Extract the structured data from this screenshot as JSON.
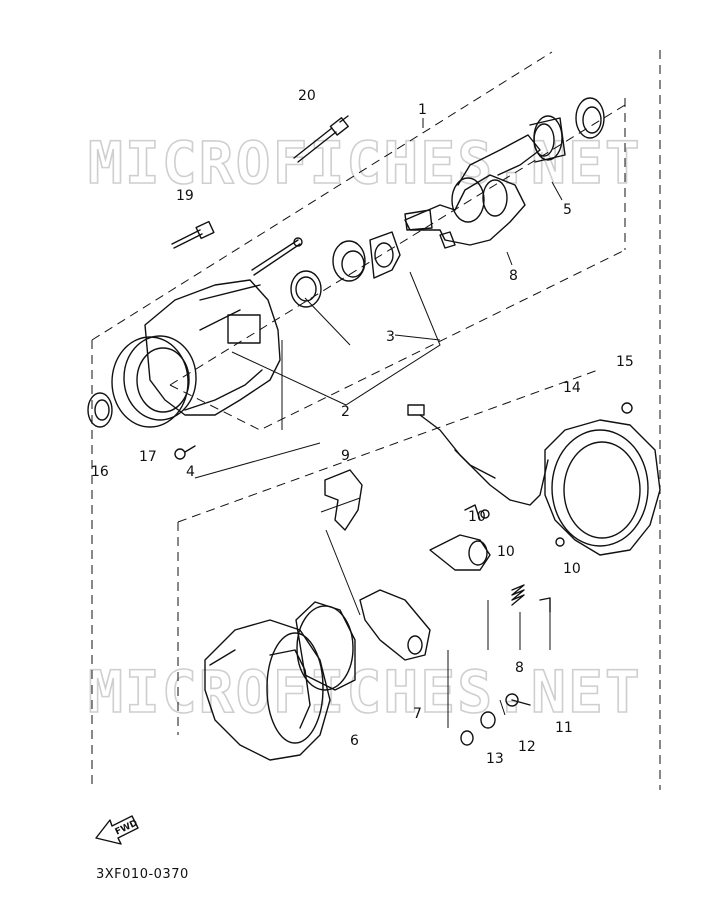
{
  "watermark": "MICROFICHES.NET",
  "callouts": {
    "c1": "1",
    "c2": "2",
    "c3": "3",
    "c4": "4",
    "c5": "5",
    "c6": "6",
    "c7": "7",
    "c8a": "8",
    "c8b": "8",
    "c9": "9",
    "c10a": "10",
    "c10b": "10",
    "c10c": "10",
    "c11": "11",
    "c12": "12",
    "c13": "13",
    "c14": "14",
    "c15": "15",
    "c16": "16",
    "c17": "17",
    "c19": "19",
    "c20": "20"
  },
  "fwd_label": "FWD",
  "diagram_code": "3XF010-0370"
}
